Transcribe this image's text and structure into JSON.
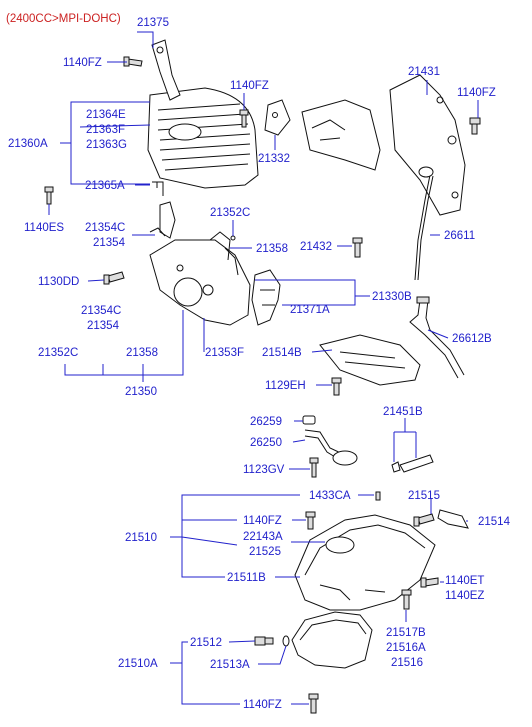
{
  "header": {
    "engine": "(2400CC>MPI-DOHC)"
  },
  "labels": {
    "l21375": "21375",
    "l1140FZ_a": "1140FZ",
    "l1140FZ_b": "1140FZ",
    "l21431": "21431",
    "l1140FZ_c": "1140FZ",
    "l21364E": "21364E",
    "l21363F": "21363F",
    "l21363G": "21363G",
    "l21360A": "21360A",
    "l21332": "21332",
    "l21365A": "21365A",
    "l1140ES": "1140ES",
    "l21354C_a": "21354C",
    "l21354_a": "21354",
    "l21352C_a": "21352C",
    "l21358_a": "21358",
    "l21432": "21432",
    "l26611": "26611",
    "l1130DD": "1130DD",
    "l21330B": "21330B",
    "l21371A": "21371A",
    "l21354C_b": "21354C",
    "l21354_b": "21354",
    "l26612B": "26612B",
    "l21352C_b": "21352C",
    "l21358_b": "21358",
    "l21353F": "21353F",
    "l21514B": "21514B",
    "l1129EH": "1129EH",
    "l21350": "21350",
    "l26259": "26259",
    "l21451B": "21451B",
    "l26250": "26250",
    "l1123GV": "1123GV",
    "l1433CA": "1433CA",
    "l21515": "21515",
    "l21510": "21510",
    "l1140FZ_d": "1140FZ",
    "l21514": "21514",
    "l22143A": "22143A",
    "l21525": "21525",
    "l21511B": "21511B",
    "l1140ET": "1140ET",
    "l1140EZ": "1140EZ",
    "l21512": "21512",
    "l21517B": "21517B",
    "l21516A": "21516A",
    "l21516": "21516",
    "l21510A": "21510A",
    "l21513A": "21513A",
    "l1140FZ_e": "1140FZ"
  }
}
